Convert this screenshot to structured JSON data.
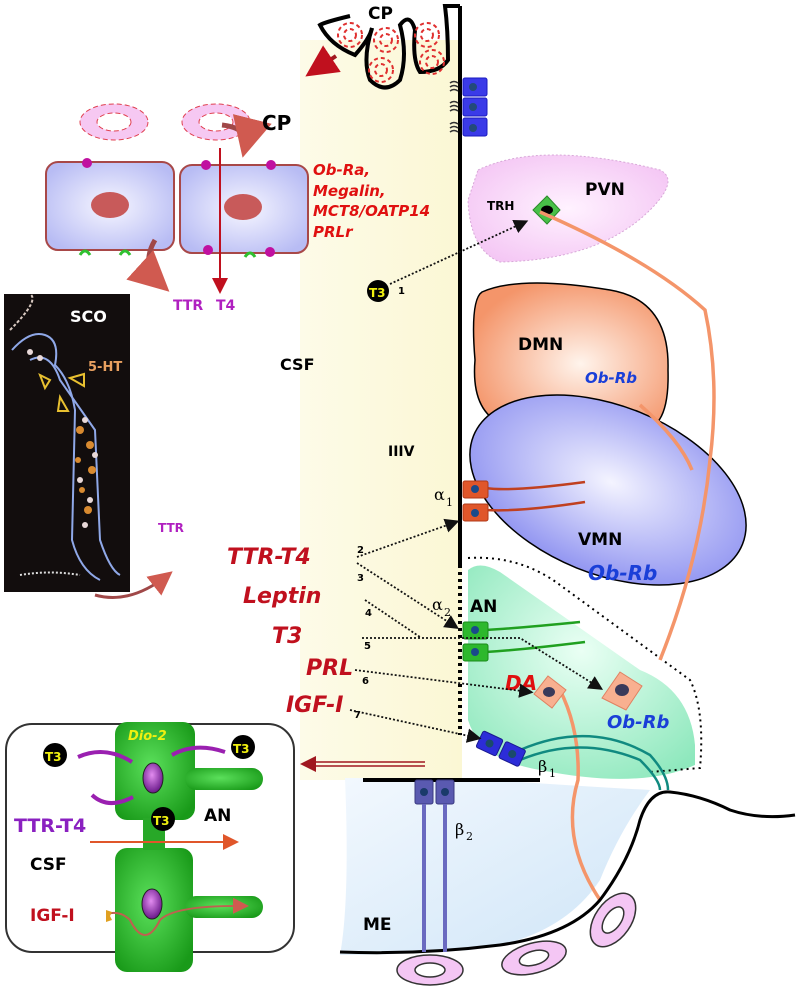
{
  "top": {
    "cp_label_top": "CP",
    "cp_label_left": "CP",
    "receptors_list": [
      "Ob-Ra,",
      "Megalin,",
      "MCT8/OATP14",
      "PRLr"
    ],
    "ttr_out": "TTR",
    "t4_out": "T4"
  },
  "sco_panel": {
    "title": "SCO",
    "serotonin": "5-HT",
    "ttr_label": "TTR"
  },
  "ventricle": {
    "csf": "CSF",
    "iiiv": "IIIV",
    "t3_token": "T3",
    "t3_path_number": "1"
  },
  "nuclei": {
    "pvn": "PVN",
    "trh": "TRH",
    "dmn": "DMN",
    "dmn_receptor": "Ob-Rb",
    "vmn": "VMN",
    "vmn_receptor": "Ob-Rb",
    "an": "AN",
    "da": "DA",
    "an_receptor": "Ob-Rb",
    "me": "ME"
  },
  "tanycytes": {
    "alpha1": "α",
    "alpha1_sub": "1",
    "alpha2": "α",
    "alpha2_sub": "2",
    "beta1": "β",
    "beta1_sub": "1",
    "beta2": "β",
    "beta2_sub": "2"
  },
  "signals": [
    {
      "label": "TTR-T4",
      "numbers": [
        "2",
        "3"
      ]
    },
    {
      "label": "Leptin",
      "numbers": [
        "4"
      ]
    },
    {
      "label": "T3",
      "numbers": [
        "5"
      ]
    },
    {
      "label": "PRL",
      "numbers": [
        "6"
      ]
    },
    {
      "label": "IGF-I",
      "numbers": [
        "7"
      ]
    }
  ],
  "inset": {
    "dio2": "Dio-2",
    "t3_a": "T3",
    "t3_b": "T3",
    "t3_c": "T3",
    "ttr_t4": "TTR-T4",
    "an": "AN",
    "csf": "CSF",
    "igf": "IGF-I"
  },
  "colors": {
    "csf_fill": "#fdfbe0",
    "signal_red": "#c0101e",
    "receptor_blue": "#1a3fd8",
    "magenta_label": "#b020c0",
    "tanycyte_green": "#2db82d",
    "alpha1_orange": "#e0562a",
    "beta_blue": "#2c2cd8"
  }
}
